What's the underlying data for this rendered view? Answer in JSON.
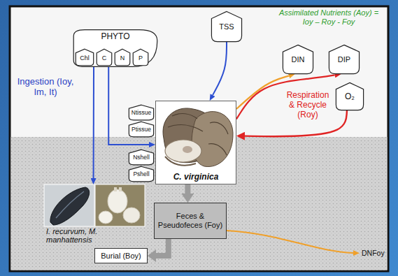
{
  "diagram": {
    "nodes": [
      {
        "text": [
          "PHYTO"
        ]
      },
      {
        "text": [
          "Chl"
        ],
        "in": 0
      },
      {
        "text": [
          "C"
        ],
        "in": 0
      },
      {
        "text": [
          "N"
        ],
        "in": 0
      },
      {
        "text": [
          "P"
        ],
        "in": 0
      },
      {
        "text": [
          "TSS"
        ]
      },
      {
        "text": [
          "DIN"
        ]
      },
      {
        "text": [
          "DIP"
        ]
      },
      {
        "text": [
          "O₂"
        ]
      },
      {
        "text": [
          "Ntissue"
        ]
      },
      {
        "text": [
          "Ptissue"
        ]
      },
      {
        "text": [
          "Nshell"
        ]
      },
      {
        "text": [
          "Pshell"
        ]
      },
      {
        "text": [
          "C. virginica"
        ]
      },
      {
        "text": [
          "I. recurvum, M. manhattensis"
        ]
      },
      {
        "text": [
          "Feces & Pseudofeces (Foy)"
        ]
      },
      {
        "text": [
          "Burial (Boy)"
        ]
      }
    ],
    "edges": [
      {
        "from": 0,
        "to": 14,
        "arrow": "to"
      },
      {
        "from": 0,
        "to": 13,
        "arrow": "to"
      },
      {
        "from": 5,
        "to": 13,
        "arrow": "to"
      },
      {
        "from": 13,
        "to": 6,
        "arrow": "to"
      },
      {
        "from": 13,
        "to": 7,
        "arrow": "to"
      },
      {
        "from": 8,
        "to": 13,
        "arrow": "to"
      },
      {
        "from": 13,
        "to": 15,
        "arrow": "to"
      },
      {
        "from": 15,
        "to": 16,
        "arrow": "to"
      }
    ],
    "labels": [
      "Assimilated Nutrients (Aoy) = Ioy – Roy - Foy",
      "Ingestion (Ioy, Im, It)",
      "Respiration & Recycle (Roy)",
      "DNFoy"
    ]
  }
}
